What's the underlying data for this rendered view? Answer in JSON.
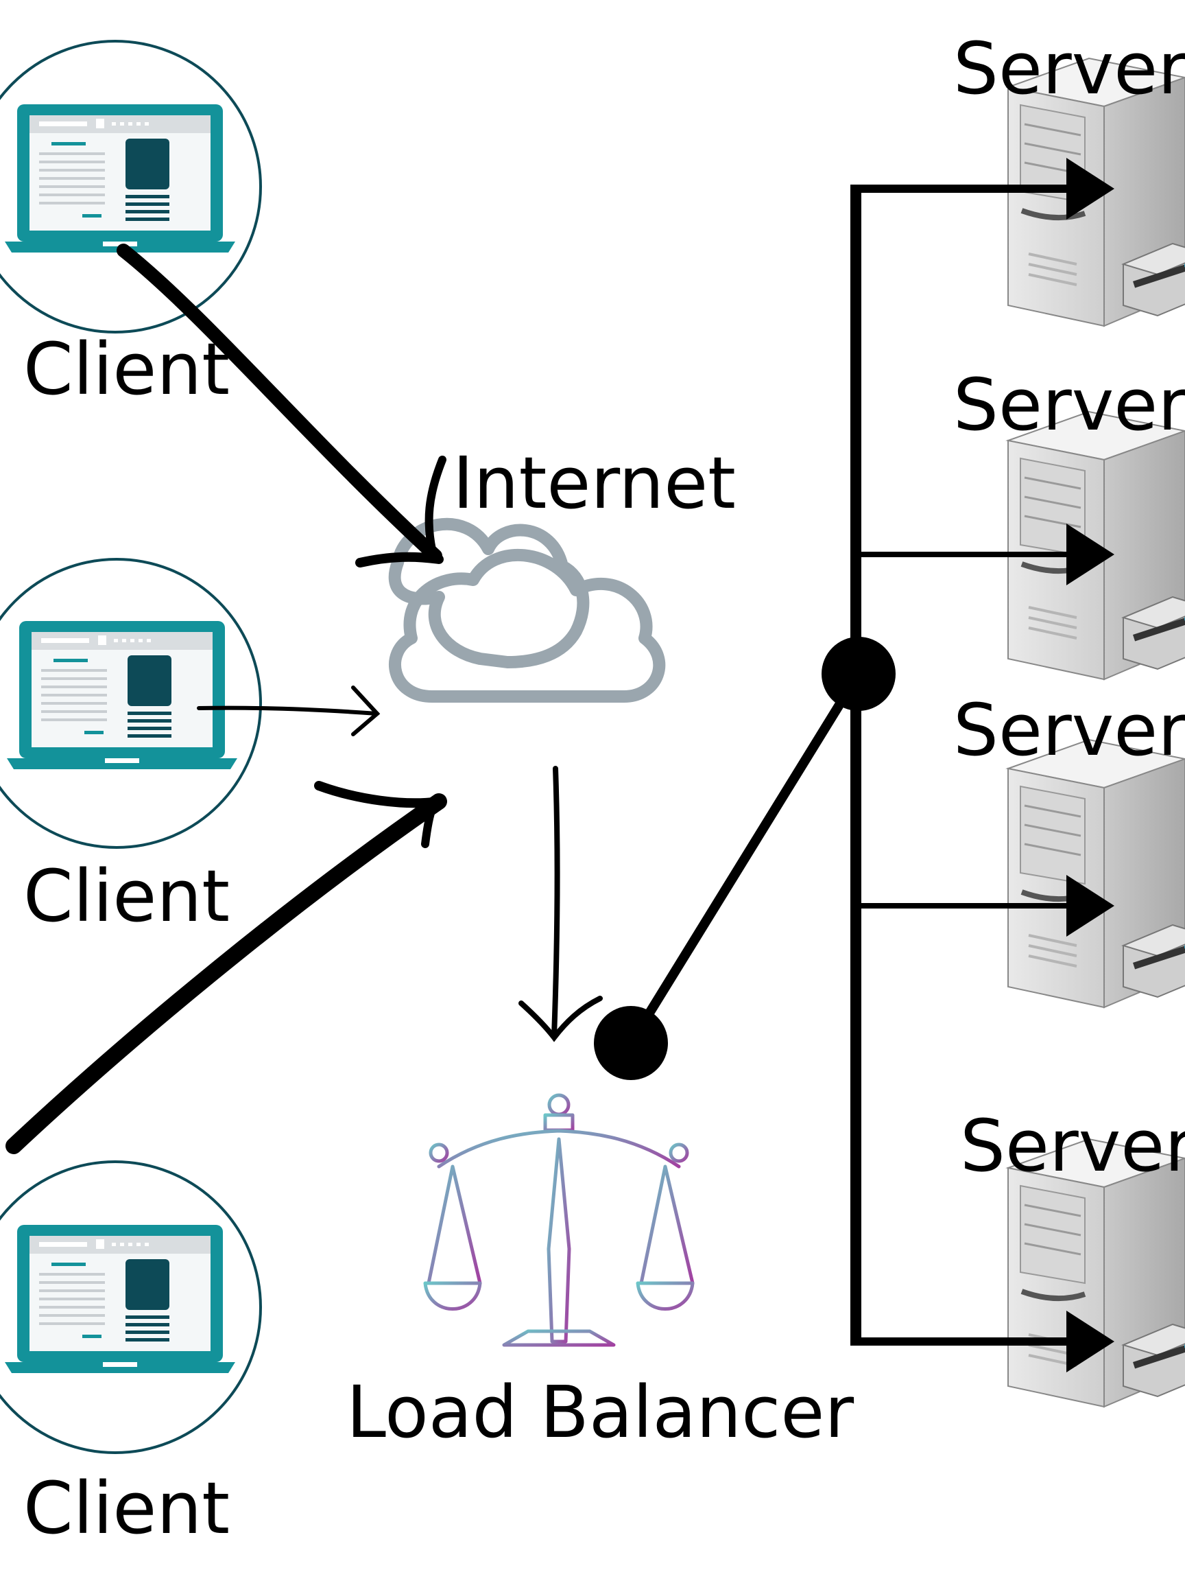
{
  "labels": {
    "client": "Client",
    "server": "Server",
    "internet": "Internet",
    "load_balancer": "Load Balancer"
  },
  "clients": [
    {
      "label": "Client"
    },
    {
      "label": "Client"
    },
    {
      "label": "Client"
    }
  ],
  "servers": [
    {
      "label": "Server"
    },
    {
      "label": "Server"
    },
    {
      "label": "Server"
    },
    {
      "label": "Server"
    }
  ],
  "colors": {
    "laptop": "#13929a",
    "laptop_dark": "#0d4a57",
    "circle": "#0d4a57",
    "cloud": "#9aa6ae",
    "arrow": "#000000",
    "scale_start": "#6cc6c8",
    "scale_end": "#a23fa0"
  },
  "icons": [
    "laptop-icon",
    "cloud-icon",
    "server-icon",
    "scale-icon"
  ]
}
